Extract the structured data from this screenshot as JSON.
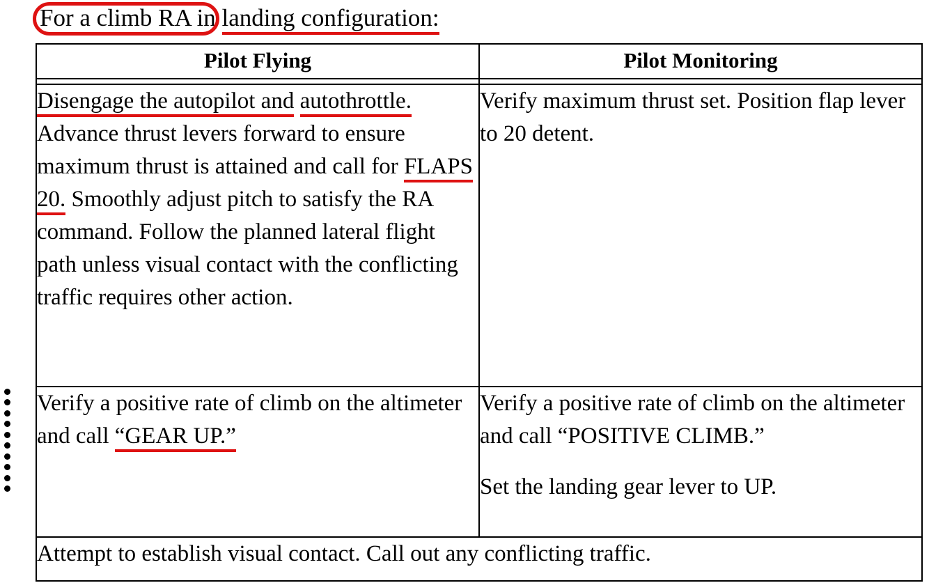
{
  "document": {
    "caption": {
      "boxed_text": "For a climb RA",
      "middle_text": " in ",
      "underlined_text": "landing configuration:"
    },
    "annotation_color": "#DE1212",
    "change_marker": {
      "name": "change-bar-dots",
      "dot_count": 10
    }
  },
  "table": {
    "headers": {
      "col1": "Pilot Flying",
      "col2": "Pilot Monitoring"
    },
    "rows": [
      {
        "pilot_flying": {
          "part1_underlined": "Disengage the autopilot and",
          "part2_underlined": "autothrottle.",
          "part3": " Advance thrust levers forward to ensure maximum thrust is attained and call for ",
          "part4_underlined": "FLAPS 20.",
          "part5": " Smoothly adjust pitch to satisfy the RA command. Follow the planned lateral flight path unless visual contact with the conflicting traffic requires other action."
        },
        "pilot_monitoring": {
          "text": "Verify maximum thrust set. Position flap lever to 20 detent."
        }
      },
      {
        "pilot_flying": {
          "part1": "Verify a positive rate of climb on the altimeter and call ",
          "part2_underlined": "“GEAR UP.”"
        },
        "pilot_monitoring": {
          "paragraph1": "Verify a positive rate of climb on the altimeter and call “POSITIVE CLIMB.”",
          "paragraph2": "Set the landing gear lever to UP."
        }
      }
    ],
    "footer_row": {
      "text": "Attempt to establish visual contact. Call out any conflicting traffic."
    }
  }
}
